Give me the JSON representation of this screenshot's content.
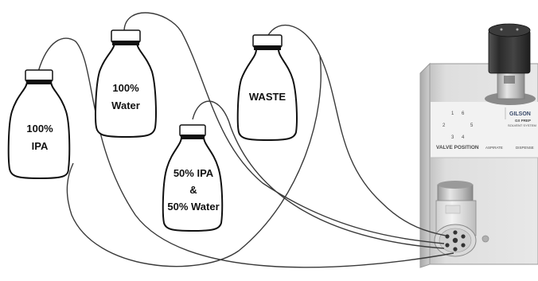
{
  "bottles": [
    {
      "id": "ipa",
      "lines": [
        "100%",
        "IPA"
      ]
    },
    {
      "id": "water",
      "lines": [
        "100%",
        "Water"
      ]
    },
    {
      "id": "waste",
      "lines": [
        "WASTE"
      ]
    },
    {
      "id": "mix",
      "lines": [
        "50% IPA",
        "&",
        "50% Water"
      ]
    }
  ],
  "instrument": {
    "brand": "GILSON",
    "product": "GX PREP",
    "subtitle": "SOLVENT SYSTEM",
    "valve_position_label": "VALVE POSITION",
    "aspirate_label": "ASPIRATE",
    "dispense_label": "DISPENSE",
    "positions": [
      "1",
      "6",
      "2",
      "5",
      "3",
      "4"
    ]
  },
  "colors": {
    "tube": "#3a3a3a",
    "bottle_outline": "#111111",
    "cap_band": "#111111",
    "housing": "#d9d9d9",
    "panel": "#f2f2f2"
  }
}
